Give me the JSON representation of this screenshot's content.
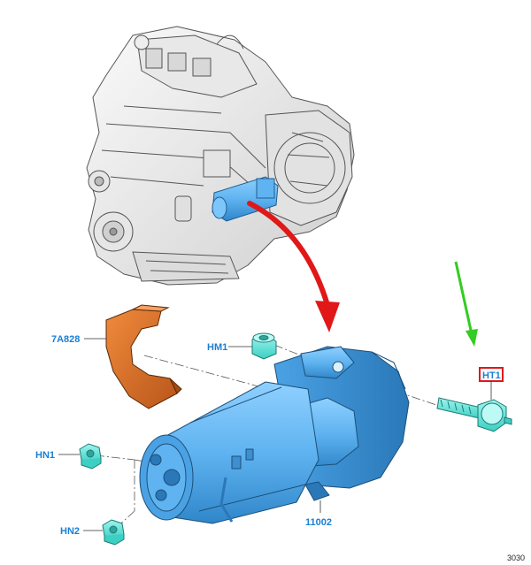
{
  "figure_number": "3030",
  "callouts": [
    {
      "id": "7A828",
      "text": "7A828"
    },
    {
      "id": "HM1",
      "text": "HM1"
    },
    {
      "id": "HT1",
      "text": "HT1"
    },
    {
      "id": "HN1",
      "text": "HN1"
    },
    {
      "id": "HN2",
      "text": "HN2"
    },
    {
      "id": "11002",
      "text": "11002"
    }
  ],
  "colors": {
    "callout_text": "#1a7fd4",
    "starter_body": "#5fb3f0",
    "shield": "#d2691e",
    "fastener": "#5ee0d6",
    "locator_arrow": "#e01818",
    "attention_arrow": "#33cc22",
    "highlight_box": "#e01818"
  }
}
